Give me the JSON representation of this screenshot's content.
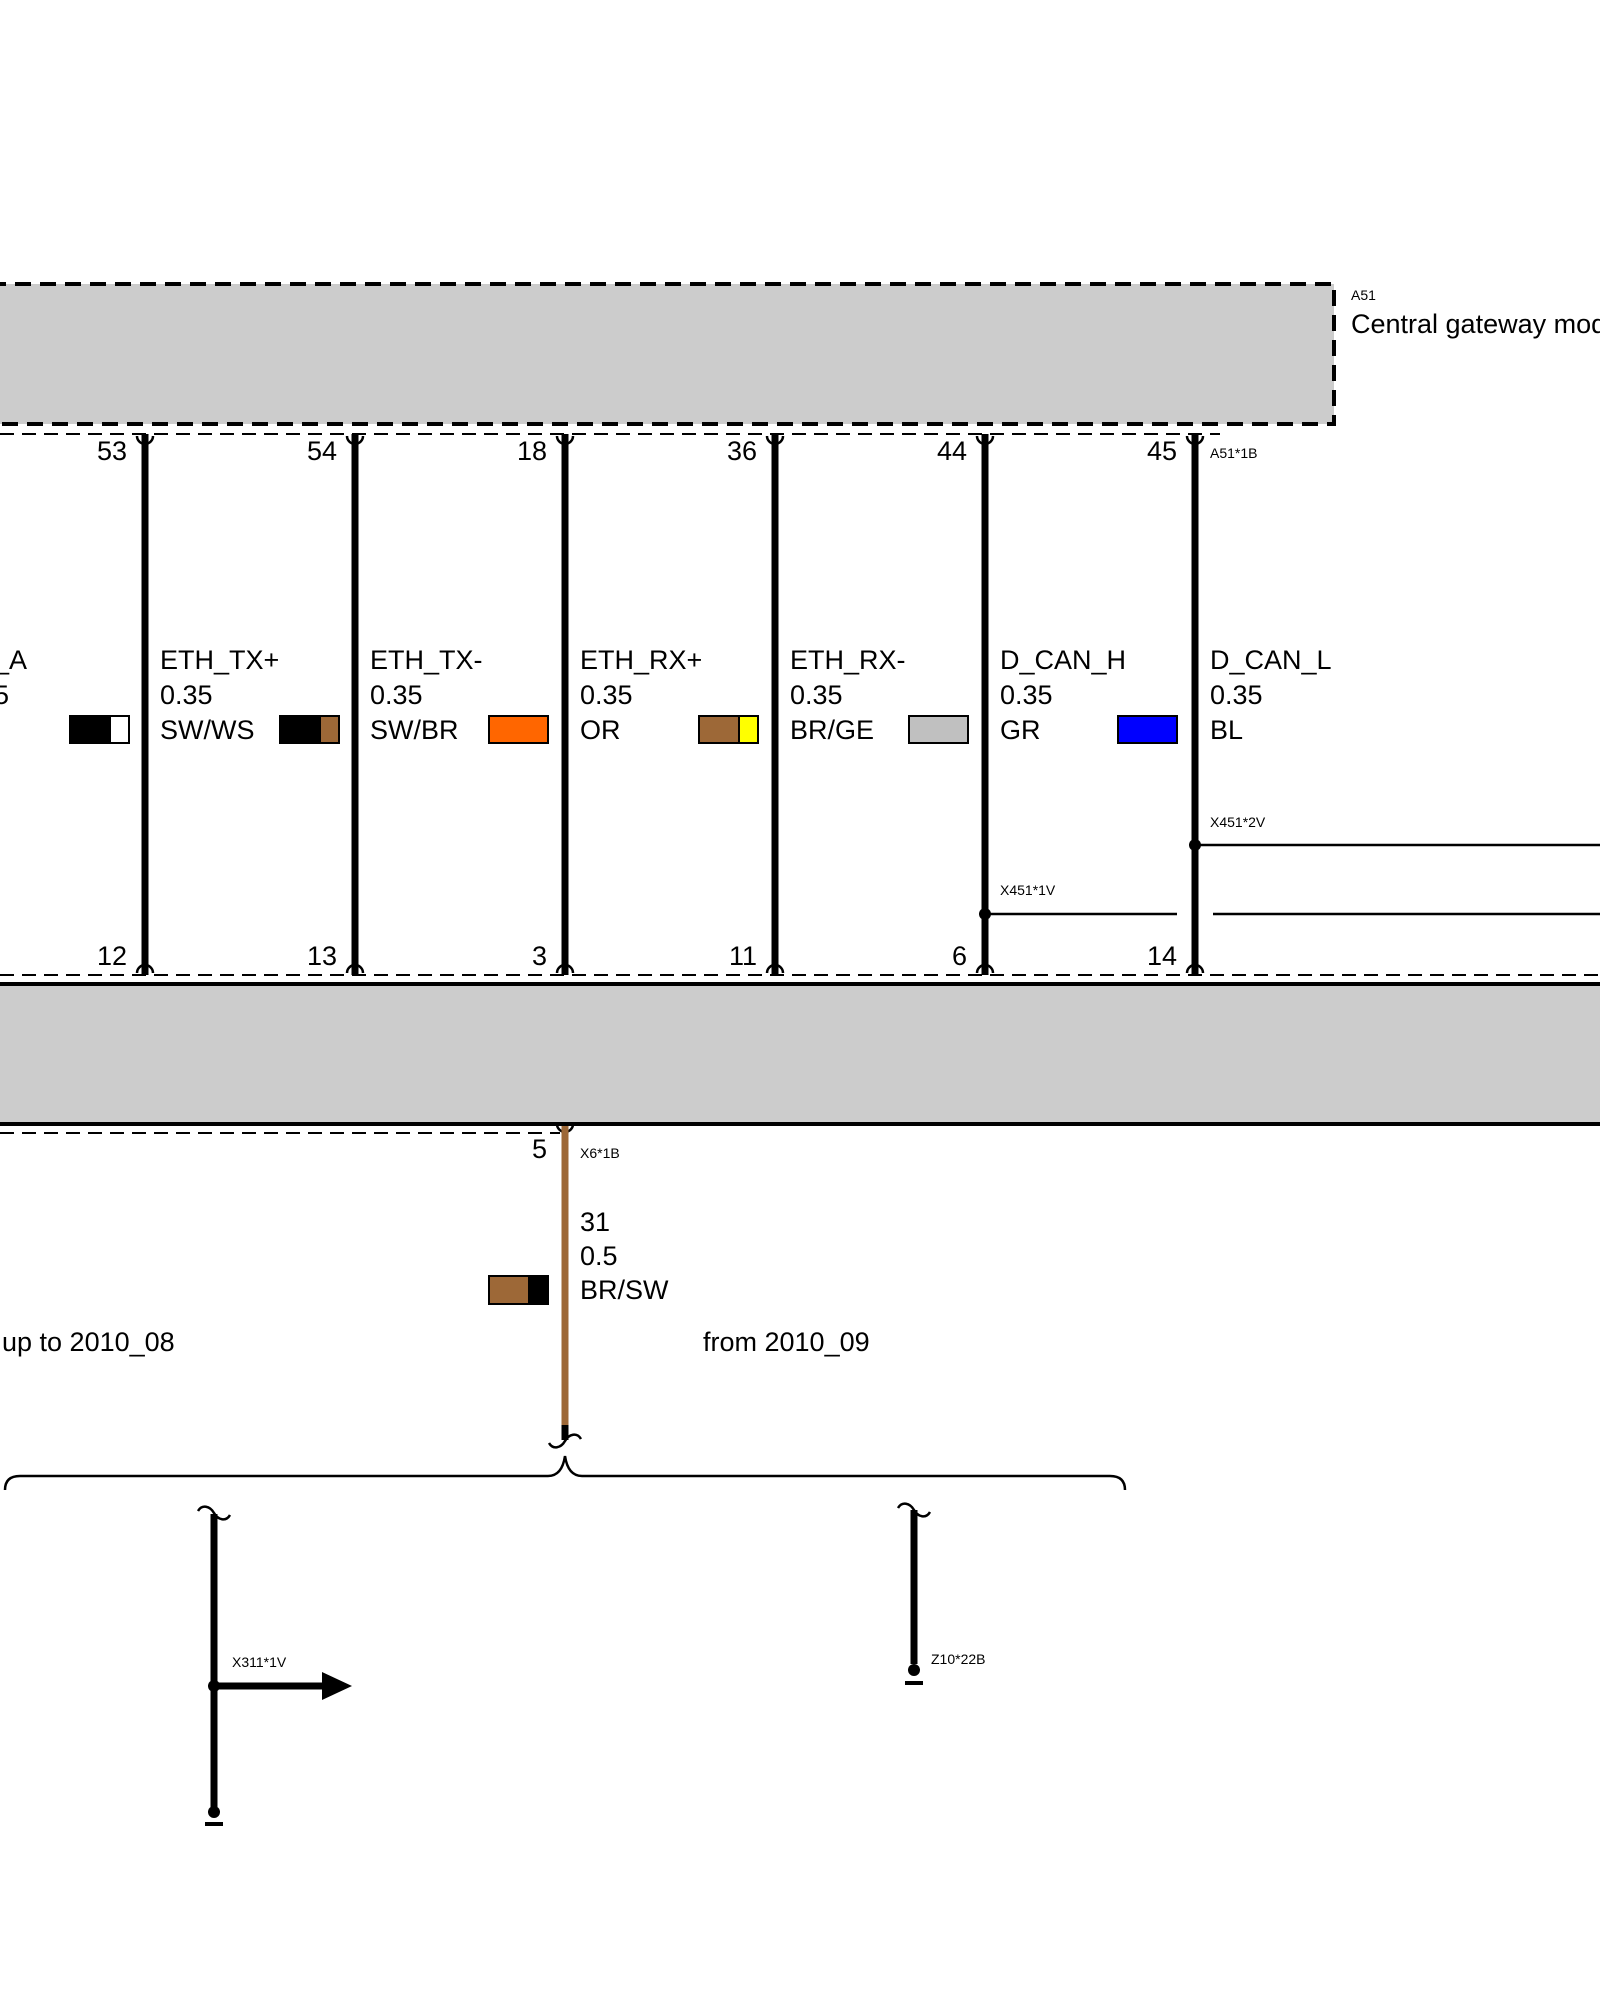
{
  "module": {
    "id": "A51",
    "name": "Central gateway mod",
    "connector": "A51*1B"
  },
  "colors": {
    "module_fill": "#cccccc",
    "wire": "#000000",
    "brown": "#9d6837",
    "orange": "#ff6600",
    "yellow": "#ffff00",
    "grey": "#c0c0c0",
    "blue": "#0000ff",
    "white": "#ffffff"
  },
  "partial_wire": {
    "name_fragment": "_A",
    "size_fragment": "5",
    "color_swatch": [
      "#000000",
      "#ffffff"
    ]
  },
  "wires": [
    {
      "signal": "ETH_TX+",
      "size": "0.35",
      "color_code": "SW/WS",
      "top_pin": "53",
      "bottom_pin": "12",
      "swatch": [
        "#000000",
        "#9d6837"
      ]
    },
    {
      "signal": "ETH_TX-",
      "size": "0.35",
      "color_code": "SW/BR",
      "top_pin": "54",
      "bottom_pin": "13",
      "swatch": [
        "#ff6600"
      ]
    },
    {
      "signal": "ETH_RX+",
      "size": "0.35",
      "color_code": "OR",
      "top_pin": "18",
      "bottom_pin": "3",
      "swatch": [
        "#9d6837",
        "#ffff00"
      ]
    },
    {
      "signal": "ETH_RX-",
      "size": "0.35",
      "color_code": "BR/GE",
      "top_pin": "36",
      "bottom_pin": "11",
      "swatch": [
        "#c0c0c0"
      ]
    },
    {
      "signal": "D_CAN_H",
      "size": "0.35",
      "color_code": "GR",
      "top_pin": "44",
      "bottom_pin": "6",
      "swatch": [
        "#0000ff"
      ]
    },
    {
      "signal": "D_CAN_L",
      "size": "0.35",
      "color_code": "BL",
      "top_pin": "45",
      "bottom_pin": "14",
      "swatch": []
    }
  ],
  "splices": {
    "can_high": "X451*1V",
    "can_low": "X451*2V"
  },
  "ground": {
    "pin": "5",
    "connector": "X6*1B",
    "signal": "31",
    "size": "0.5",
    "color_code": "BR/SW",
    "swatch": [
      "#9d6837",
      "#000000"
    ]
  },
  "variants": {
    "left_label": "up to 2010_08",
    "right_label": "from 2010_09",
    "left_connector": "X311*1V",
    "right_connector": "Z10*22B"
  }
}
